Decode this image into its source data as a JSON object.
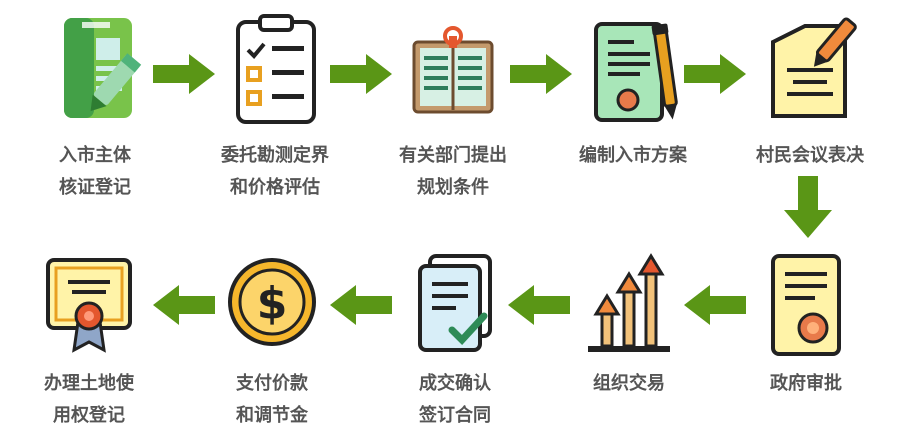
{
  "colors": {
    "arrow": "#5a9616",
    "label": "#555555"
  },
  "steps": [
    {
      "icon": "identity-document-pen-icon",
      "line1": "入市主体",
      "line2": "核证登记"
    },
    {
      "icon": "checklist-clipboard-icon",
      "line1": "委托勘测定界",
      "line2": "和价格评估"
    },
    {
      "icon": "open-book-clip-icon",
      "line1": "有关部门提出",
      "line2": "规划条件"
    },
    {
      "icon": "certificate-pen-icon",
      "line1": "编制入市方案",
      "line2": ""
    },
    {
      "icon": "memo-pencil-icon",
      "line1": "村民会议表决",
      "line2": ""
    },
    {
      "icon": "approval-document-icon",
      "line1": "政府审批",
      "line2": ""
    },
    {
      "icon": "rising-arrows-chart-icon",
      "line1": "组织交易",
      "line2": ""
    },
    {
      "icon": "signed-contract-check-icon",
      "line1": "成交确认",
      "line2": "签订合同"
    },
    {
      "icon": "dollar-coin-icon",
      "line1": "支付价款",
      "line2": "和调节金"
    },
    {
      "icon": "certificate-ribbon-icon",
      "line1": "办理土地使",
      "line2": "用权登记"
    }
  ]
}
